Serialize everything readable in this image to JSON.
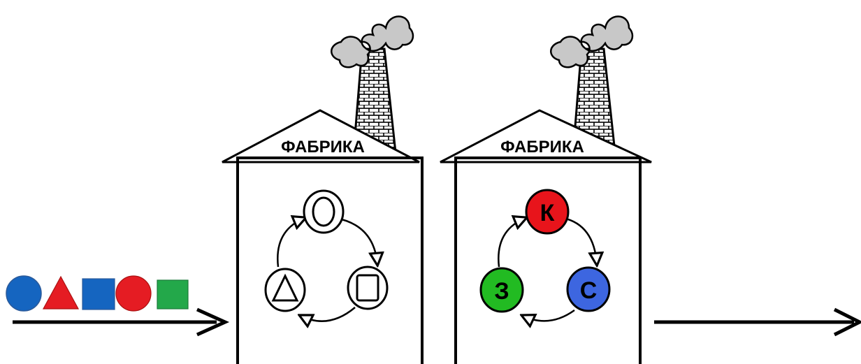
{
  "input_shapes": [
    {
      "shape": "circle",
      "color": "#1565C0"
    },
    {
      "shape": "triangle",
      "color": "#E51C23"
    },
    {
      "shape": "square",
      "color": "#1565C0"
    },
    {
      "shape": "circle",
      "color": "#E51C23"
    },
    {
      "shape": "square",
      "color": "#23A84A"
    }
  ],
  "factories": [
    {
      "roof_label": "ФАБРИКА",
      "cycle_nodes": [
        {
          "symbol": "circle-icon",
          "fill": "#ffffff"
        },
        {
          "symbol": "square-icon",
          "fill": "#ffffff"
        },
        {
          "symbol": "triangle-icon",
          "fill": "#ffffff"
        }
      ]
    },
    {
      "roof_label": "ФАБРИКА",
      "cycle_nodes": [
        {
          "label": "К",
          "fill": "#E8141B"
        },
        {
          "label": "С",
          "fill": "#3D66E0"
        },
        {
          "label": "З",
          "fill": "#22BB22"
        }
      ]
    }
  ],
  "colors": {
    "stroke": "#000000",
    "smoke": "#C8C8C8",
    "chimney": "#ffffff"
  }
}
